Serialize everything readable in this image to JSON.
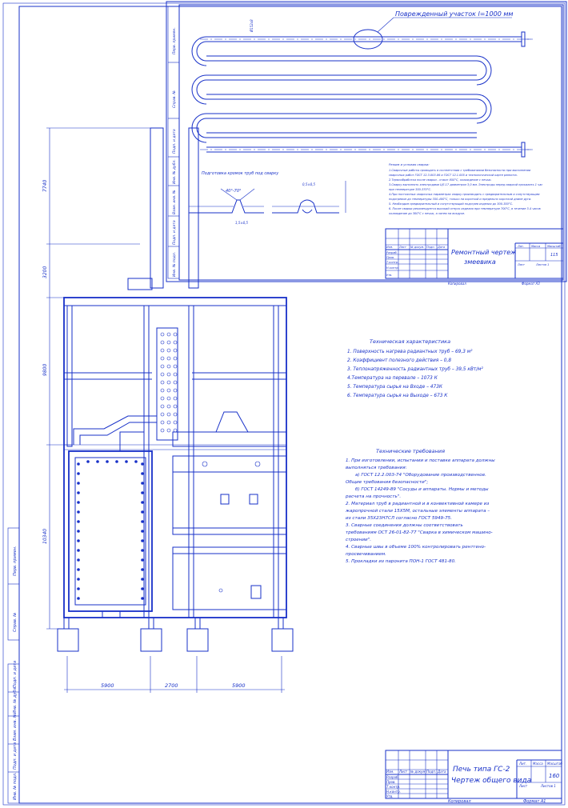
{
  "colors": {
    "line": "#1730c8",
    "paper": "#ffffff"
  },
  "inset": {
    "damaged_label": "Поврежденный участок l=1000 мм",
    "weld_edge_caption": "Подготовка кромок труб под сварку",
    "angle_label": "40°-70°",
    "gap_label": "1,5±0,5",
    "dim_small": "0,5±0,5",
    "dim_top": "Ø152x8",
    "notes": [
      "Режим и условия сварки:",
      "1.Сварочные работы проводить в соответствии с требованиями безопасности при выполнении",
      "сварочных работ ГОСТ 12.3.003-86 и ГОСТ 12.1.005 и технологической карте ремонта.",
      "2.Термообработка после сварки - отжиг 850°С, охлаждение с печью.",
      "3.Сварку выполнять электродами ЦЛ-17 диаметром 3,0 мм. Электроды перед сваркой прокалить 1 час",
      "при температуре 350-370°С.",
      "4.При постоянных сварочных параметрах сварку производить с предварительным и сопутствующим",
      "подогревом до температуры 350-400°С, только на короткой и предельно короткой длине дуги.",
      "5. Необходим предварительный и сопутствующий подогрев изделия до 300-350°С.",
      "6. После сварки рекомендуется высокий отпуск изделия при температуре 700°С, в течение 3-4 часов",
      "охлаждение до 300°С с печью, а затем на воздухе."
    ],
    "title_line1": "Ремонтный чертеж",
    "title_line2": "змеевика",
    "sheet_no": "115",
    "copied": "Копировал",
    "format": "Формат  А3",
    "tb_headers": [
      "Изм.",
      "Лист",
      "№ докум.",
      "Подп.",
      "Дата"
    ],
    "tb_rows": [
      "Разраб.",
      "Пров.",
      "Т.контр.",
      "Н.контр.",
      "Утв."
    ],
    "tb_right": [
      "Лит.",
      "Масса",
      "Масштаб",
      "Лист",
      "Листов  1"
    ],
    "side_labels": [
      "Перв. примен.",
      "Справ. №",
      "Подп. и дата",
      "Инв. № дубл.",
      "Взам. инв. №",
      "Подп. и дата",
      "Инв. № подл."
    ]
  },
  "dimensions": {
    "d7740": "7740",
    "d3200": "3200",
    "d9800": "9800",
    "d10340": "10340",
    "w1": "5900",
    "w2": "2700",
    "w3": "5900"
  },
  "tech": {
    "title": "Техническая характеристика",
    "items": [
      "1. Поверхность нагрева радиантных труб – 69,3 м²",
      "2. Коэффициент полезного действия – 0,8",
      "3. Теплонапряженность радиантных труб – 39,5 кВт/м²",
      "4.Температура на перевале – 1073 К",
      "5. Температура сырья на Входе – 473К",
      "6. Температура сырья на Выходе – 673 К"
    ]
  },
  "req": {
    "title": "Технические требования",
    "lines": [
      "1. При изготовлении, испытании и поставке аппарата должны",
      "выполняться требования:",
      "а) ГОСТ 12.2.003-74 \"Оборудование производственное.",
      "Общие требования безопасности\";",
      "б) ГОСТ 14249-89 \"Сосуды и аппараты. Нормы и методы",
      "расчета на прочность\".",
      "2. Материал труб в радиантной и в конвективной камере из",
      "жаропрочной стали 15Х5М, остальные элементы аппарата –",
      "из стали 35Х23Н7СЛ согласно ГОСТ 5949-75.",
      "3. Сварные соединения должны соответствовать",
      "требованиям ОСТ 26-01-82-77 \"Сварка в химическом машино-",
      "строении\".",
      "4. Сварные швы в объеме 100% контролировать рентгено-",
      "просвечиванием.",
      "5. Прокладки из паронита ПОН-1 ГОСТ 481-80."
    ]
  },
  "main_title": {
    "line1": "Печь типа ГС-2",
    "line2": "Чертеж общего вида",
    "sheet_no": "160",
    "copied": "Копировал",
    "format": "Формат  А1",
    "tb_headers": [
      "Изм.",
      "Лист",
      "№ докум.",
      "Подп.",
      "Дата"
    ],
    "tb_rows": [
      "Разраб.",
      "Пров.",
      "Т.контр.",
      "Н.контр.",
      "Утв."
    ],
    "tb_right": [
      "Лит.",
      "Масса",
      "Масштаб",
      "Лист",
      "Листов  1"
    ]
  },
  "side_strip": [
    "Перв. примен.",
    "Справ. №",
    "Подп. и дата",
    "Инв. № дубл.",
    "Взам. инв. №",
    "Подп. и дата",
    "Инв. № подл."
  ]
}
